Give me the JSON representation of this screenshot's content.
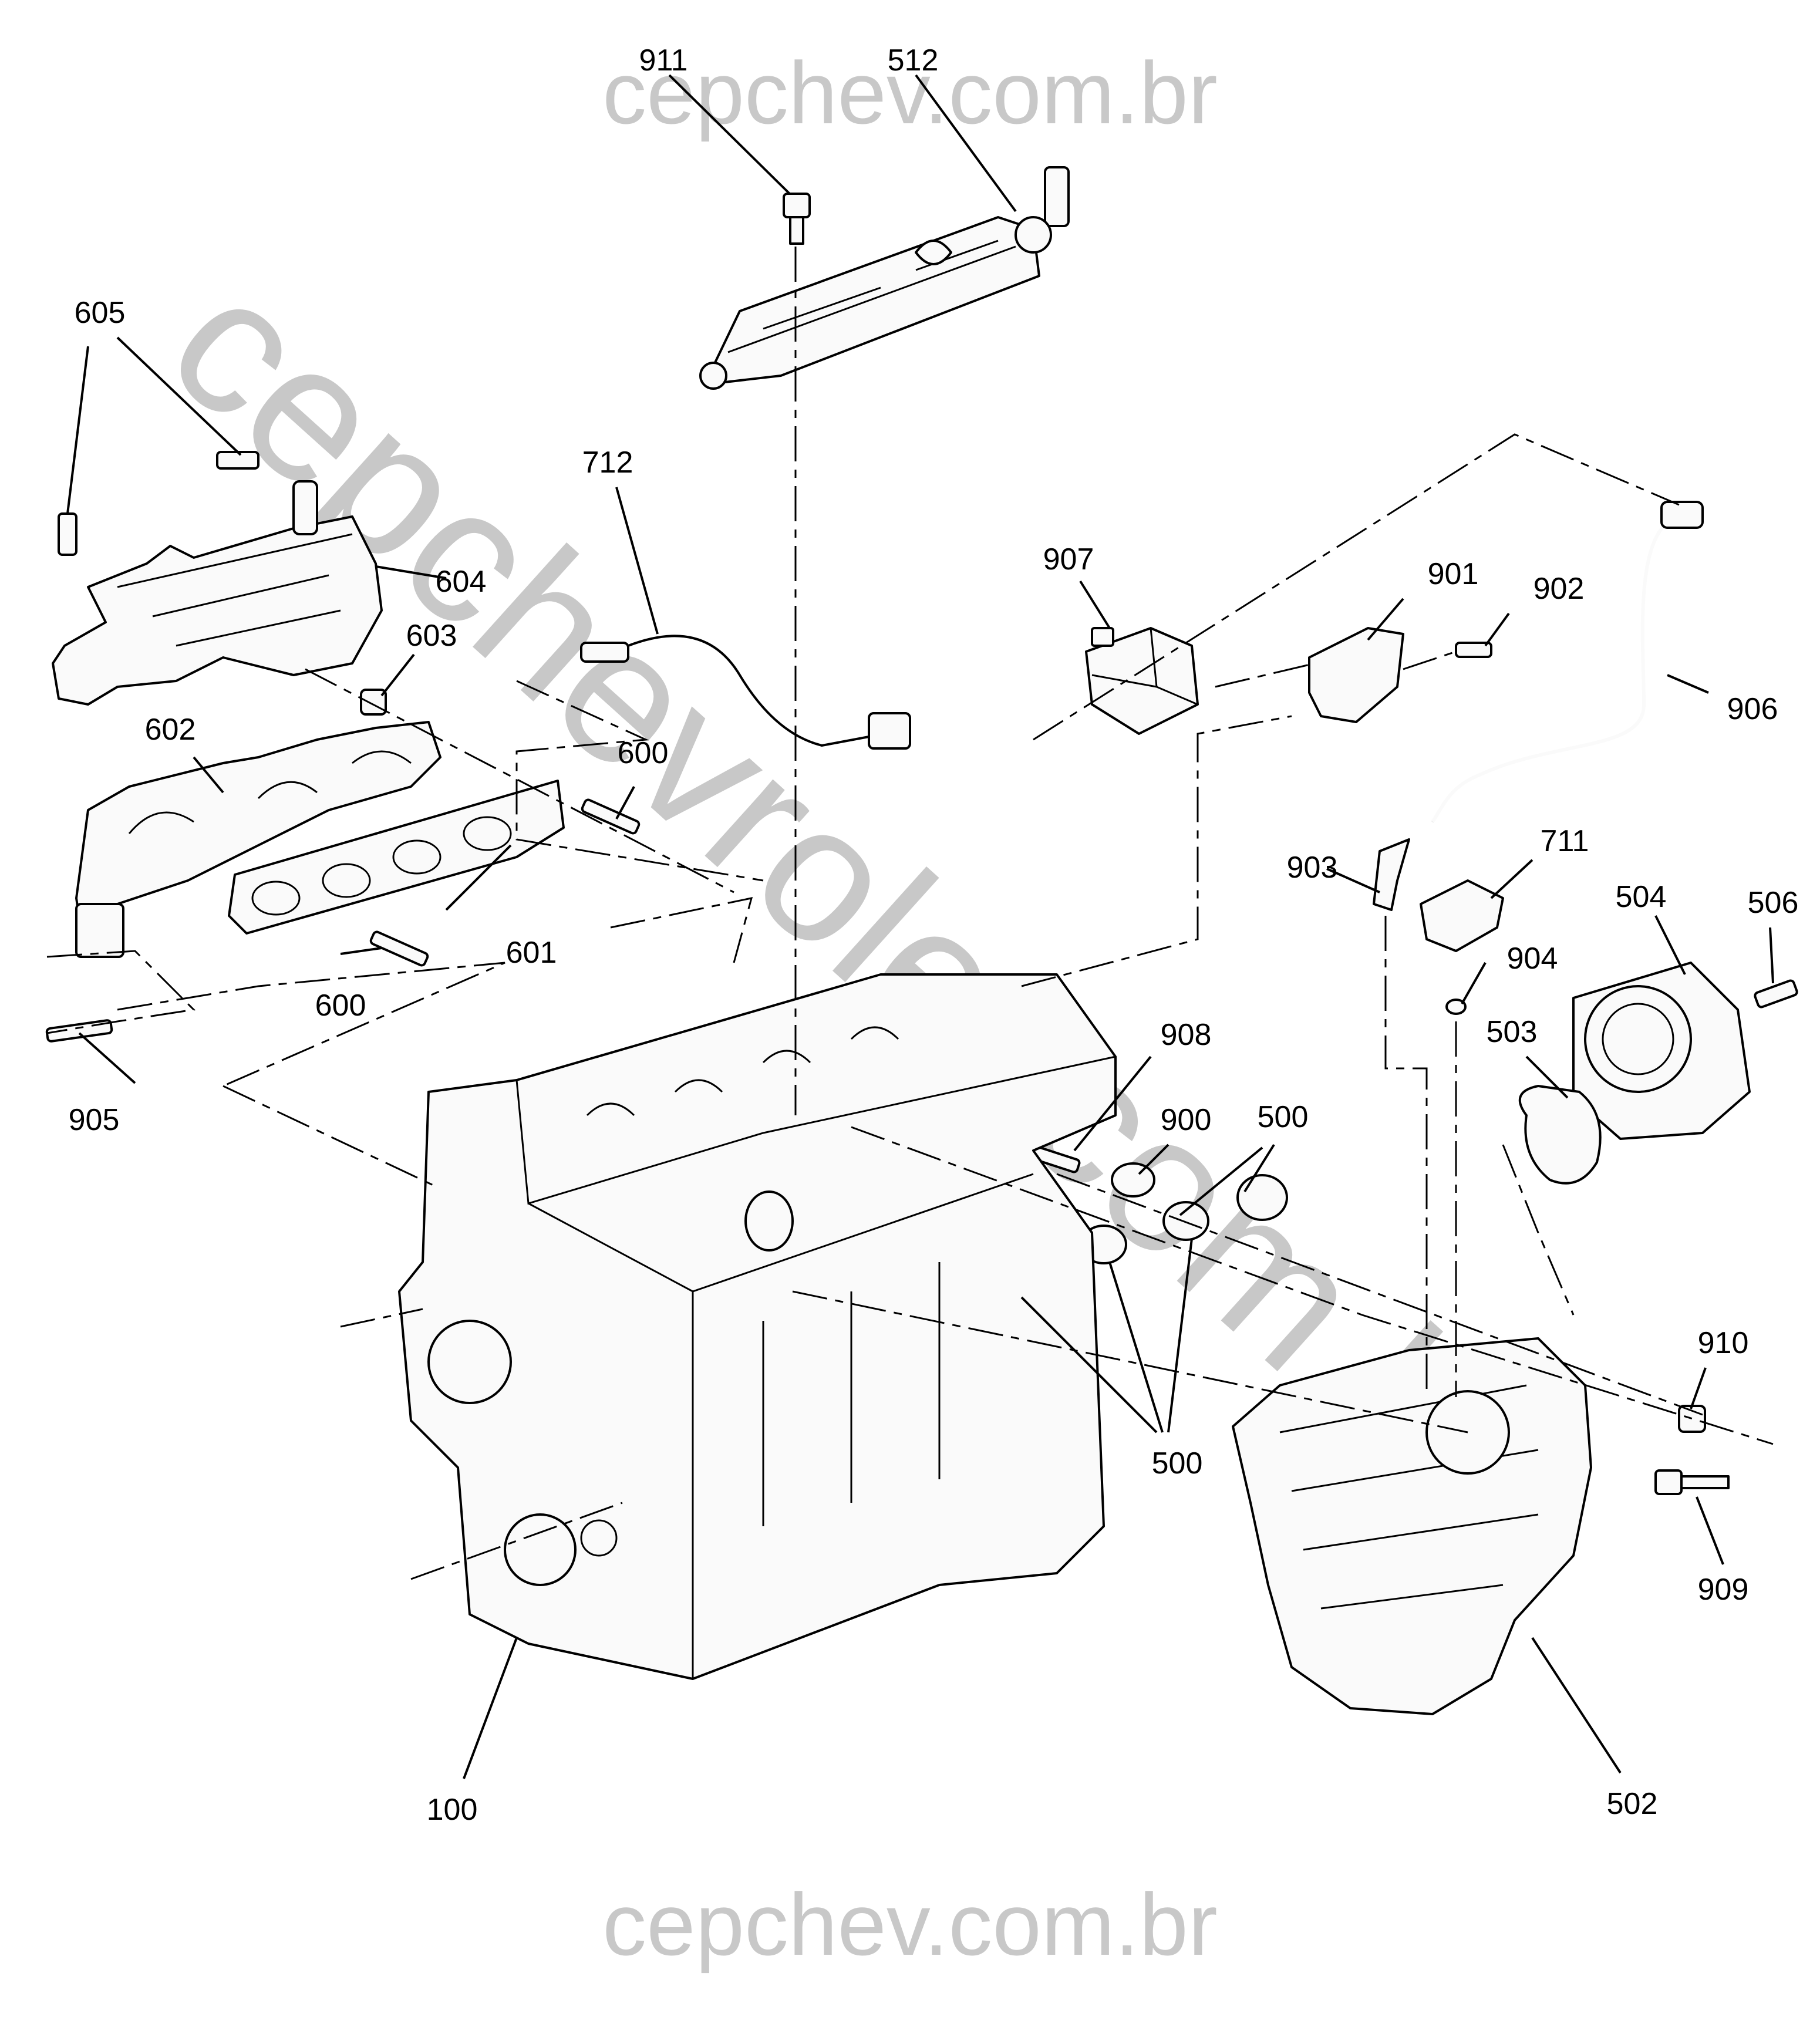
{
  "watermark": {
    "top": "cepchev.com.br",
    "bottom": "cepchev.com.br",
    "diagonal": "cepchevrolet.com.br"
  },
  "callouts": [
    {
      "id": "c-911",
      "text": "911"
    },
    {
      "id": "c-512",
      "text": "512"
    },
    {
      "id": "c-605",
      "text": "605"
    },
    {
      "id": "c-604",
      "text": "604"
    },
    {
      "id": "c-603",
      "text": "603"
    },
    {
      "id": "c-602",
      "text": "602"
    },
    {
      "id": "c-601",
      "text": "601"
    },
    {
      "id": "c-600a",
      "text": "600"
    },
    {
      "id": "c-600b",
      "text": "600"
    },
    {
      "id": "c-905",
      "text": "905"
    },
    {
      "id": "c-712",
      "text": "712"
    },
    {
      "id": "c-907",
      "text": "907"
    },
    {
      "id": "c-901",
      "text": "901"
    },
    {
      "id": "c-902",
      "text": "902"
    },
    {
      "id": "c-906",
      "text": "906"
    },
    {
      "id": "c-903",
      "text": "903"
    },
    {
      "id": "c-711",
      "text": "711"
    },
    {
      "id": "c-904",
      "text": "904"
    },
    {
      "id": "c-504",
      "text": "504"
    },
    {
      "id": "c-506",
      "text": "506"
    },
    {
      "id": "c-503",
      "text": "503"
    },
    {
      "id": "c-908",
      "text": "908"
    },
    {
      "id": "c-900",
      "text": "900"
    },
    {
      "id": "c-500a",
      "text": "500"
    },
    {
      "id": "c-500b",
      "text": "500"
    },
    {
      "id": "c-910",
      "text": "910"
    },
    {
      "id": "c-909",
      "text": "909"
    },
    {
      "id": "c-100",
      "text": "100"
    },
    {
      "id": "c-502",
      "text": "502"
    }
  ]
}
